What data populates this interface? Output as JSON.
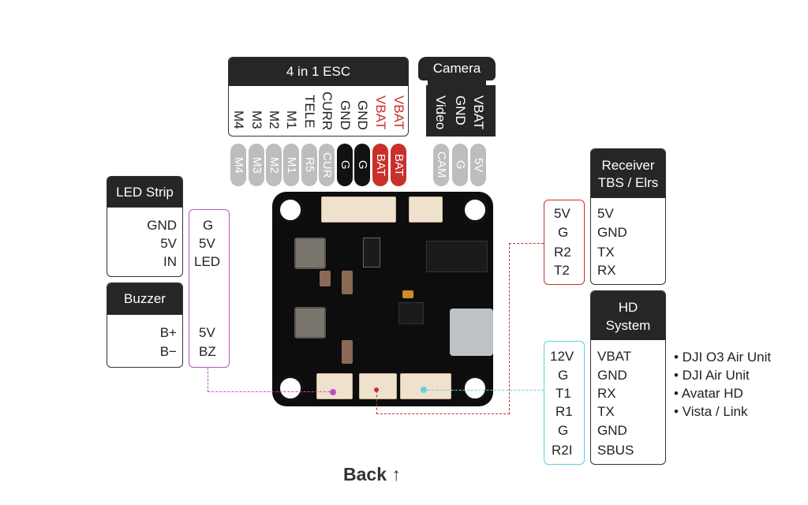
{
  "esc": {
    "title": "4 in 1 ESC",
    "labels": [
      "M4",
      "M3",
      "M2",
      "M1",
      "TELE",
      "CURR",
      "GND",
      "GND",
      "VBAT",
      "VBAT"
    ],
    "pads": [
      "M4",
      "M3",
      "M2",
      "M1",
      "R5",
      "CUR",
      "G",
      "G",
      "BAT",
      "BAT"
    ]
  },
  "camera": {
    "title": "Camera",
    "labels": [
      "Video",
      "GND",
      "VBAT"
    ],
    "pads": [
      "CAM",
      "G",
      "5V"
    ]
  },
  "led_strip": {
    "title": "LED Strip",
    "labels": [
      "GND",
      "5V",
      "IN"
    ]
  },
  "buzzer": {
    "title": "Buzzer",
    "labels": [
      "B+",
      "B−"
    ]
  },
  "led_buzzer_pads": [
    "G",
    "5V",
    "LED",
    "5V",
    "BZ"
  ],
  "receiver": {
    "title_line1": "Receiver",
    "title_line2": "TBS / Elrs",
    "labels": [
      "5V",
      "GND",
      "TX",
      "RX"
    ],
    "pads": [
      "5V",
      "G",
      "R2",
      "T2"
    ]
  },
  "hd_system": {
    "title_line1": "HD",
    "title_line2": "System",
    "labels": [
      "VBAT",
      "GND",
      "RX",
      "TX",
      "GND",
      "SBUS"
    ],
    "pads": [
      "12V",
      "G",
      "T1",
      "R1",
      "G",
      "R2I"
    ],
    "compatible": [
      "• DJI O3 Air Unit",
      "• DJI Air Unit",
      "• Avatar HD",
      "• Vista / Link"
    ]
  },
  "footer": {
    "label": "Back",
    "arrow": "↑"
  },
  "colors": {
    "red": "#c8302c",
    "pink": "#c04fc4",
    "cyan": "#5fd3dc",
    "dark": "#262626",
    "pad_gray": "#bdbdbd"
  }
}
